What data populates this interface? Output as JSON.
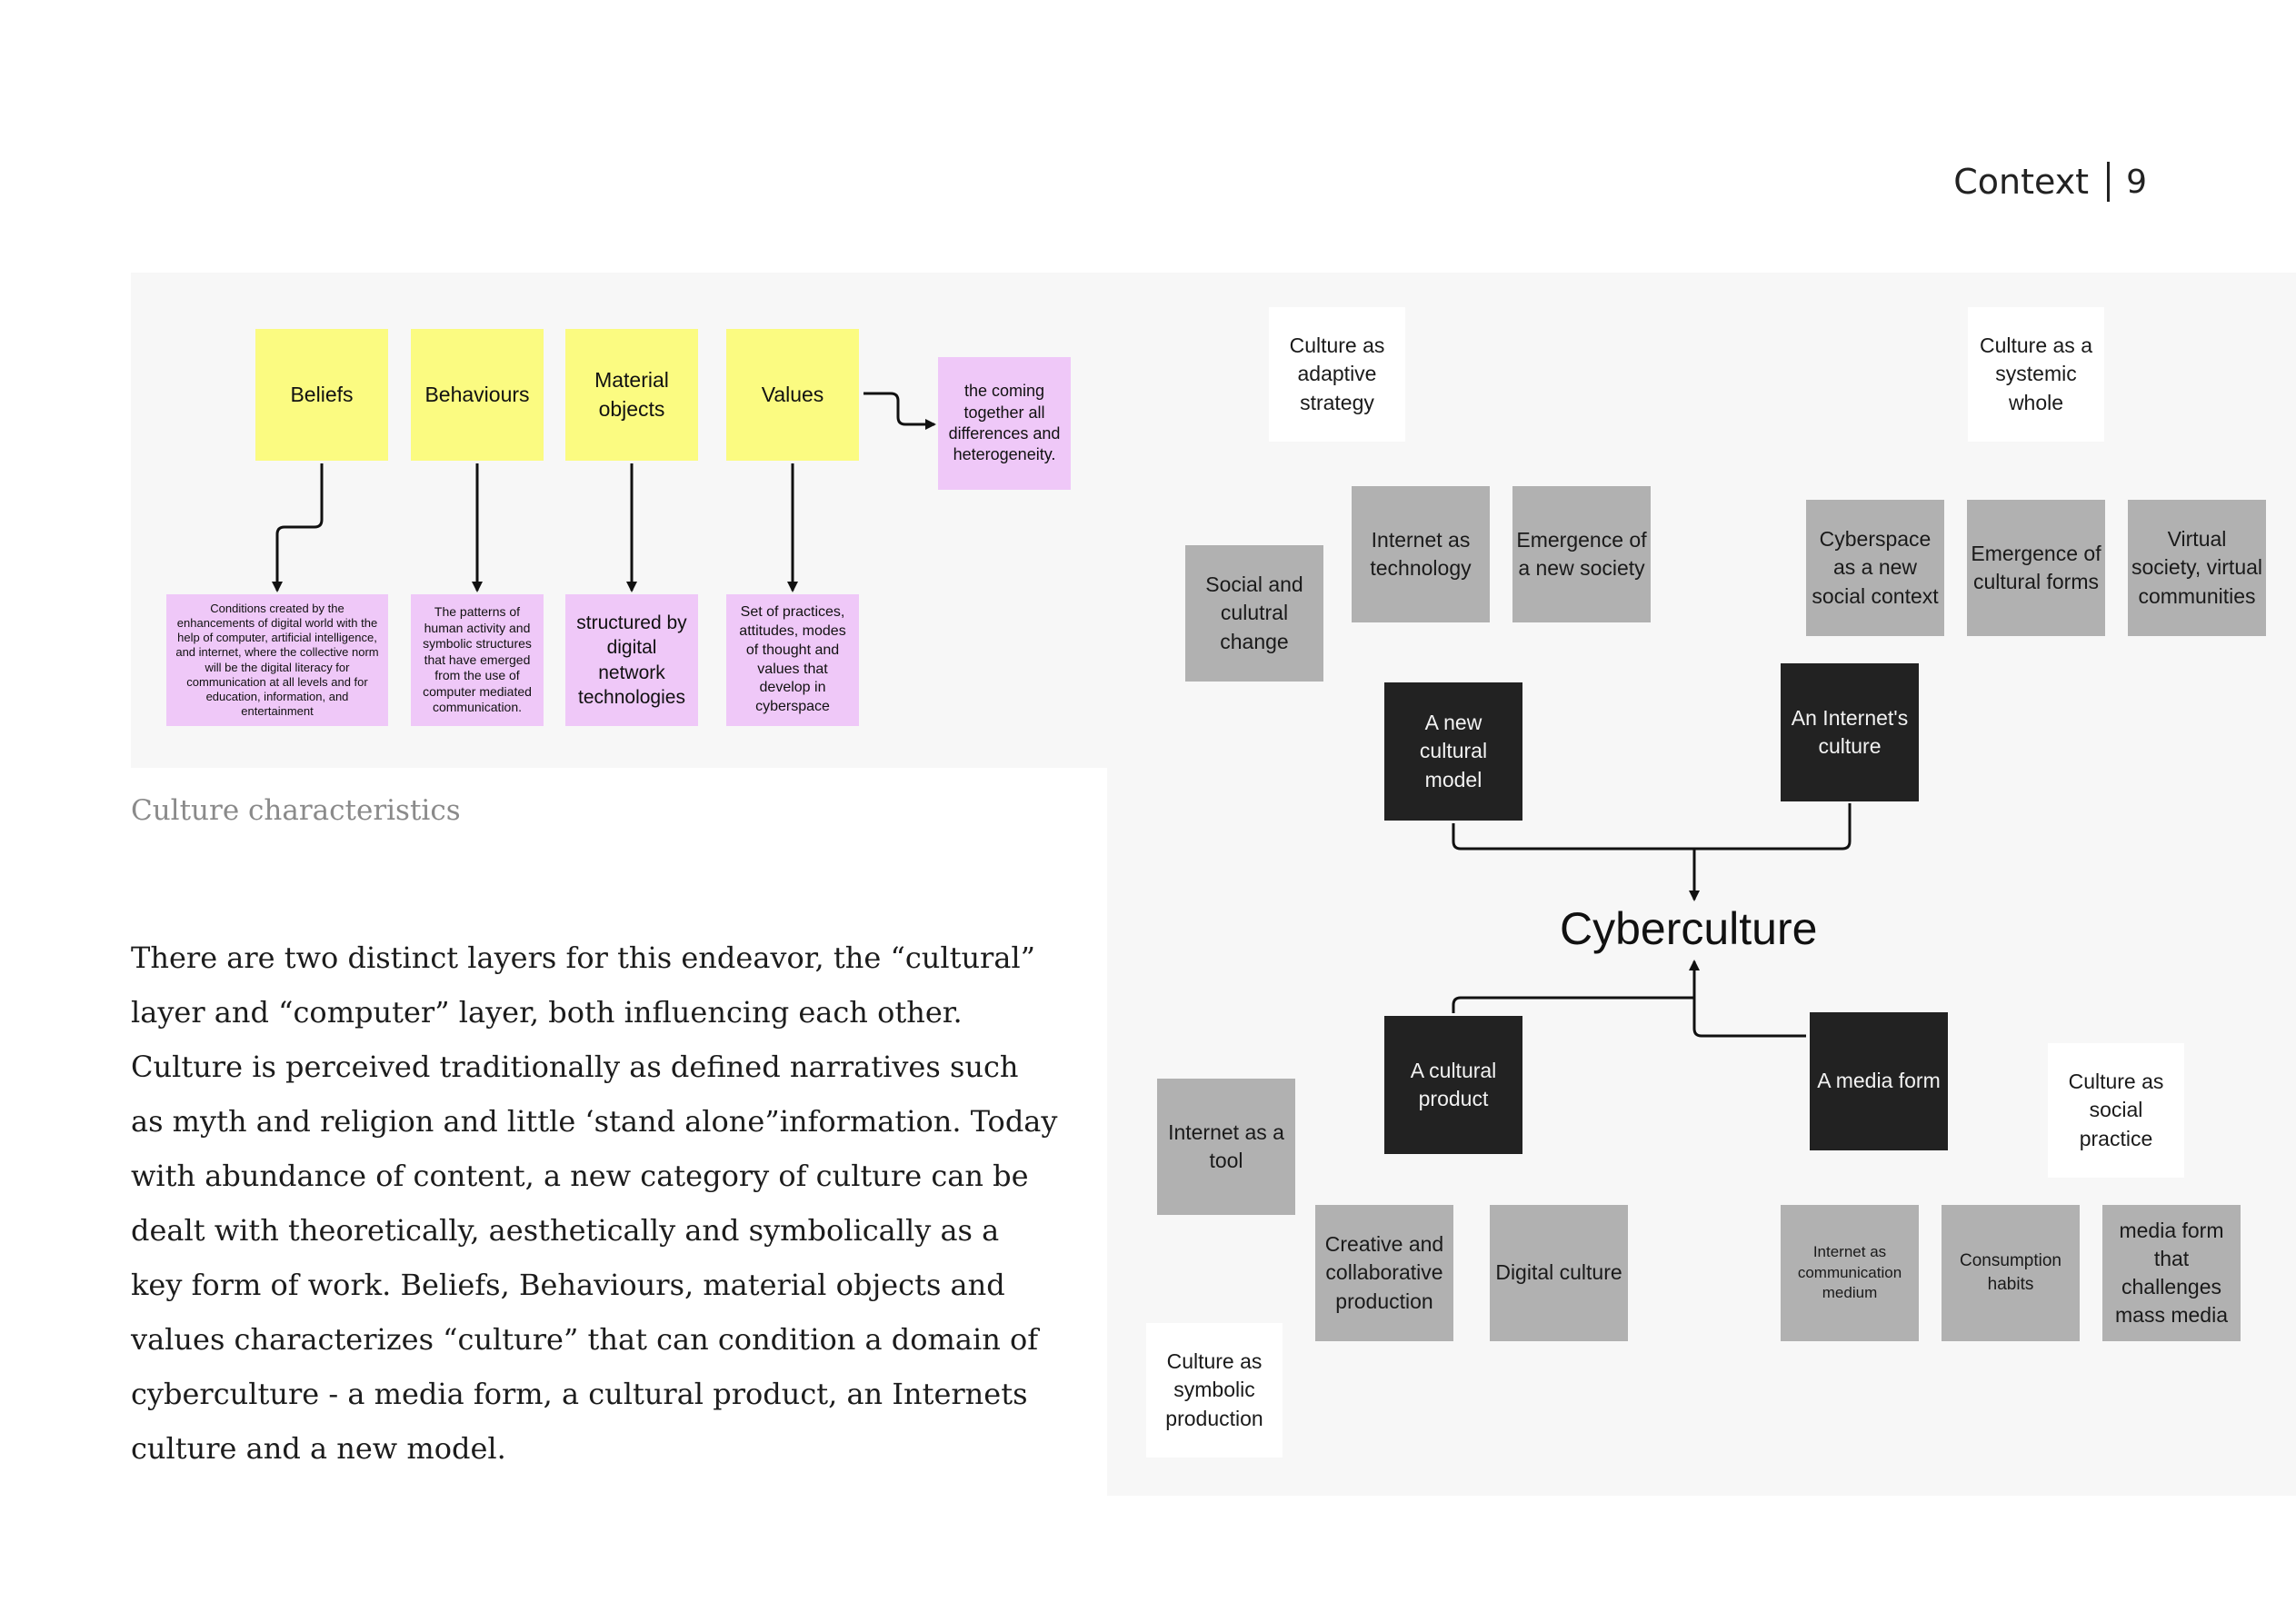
{
  "header": {
    "section": "Context",
    "page_number": "9"
  },
  "left_diagram": {
    "top_notes": [
      "Beliefs",
      "Behaviours",
      "Material objects",
      "Values"
    ],
    "side_note": "the coming together all differences and heterogeneity.",
    "bottom_notes": [
      "Conditions created by the enhancements of digital world with the help of computer, artificial intelligence, and internet, where the collective norm will be the digital literacy for communication at all levels and for education, information, and entertainment",
      "The patterns of human activity and symbolic structures that have emerged from the use of computer mediated communication.",
      "structured by digital network technologies",
      "Set of practices, attitudes, modes of thought and values that develop in cyberspace"
    ]
  },
  "caption": "Culture characteristics",
  "body_text": "There are two distinct layers for this endeavor, the “cultural” layer and “computer” layer, both influencing each other. Culture is perceived traditionally as defined narratives such as myth and religion and little ‘stand alone”information. Today with abundance of content, a new category of culture can be dealt with theoretically, aesthetically and symbolically as a key form of work.  Beliefs, Behaviours, material objects and values characterizes “culture” that can condition a domain of cyberculture - a media form, a cultural product, an Internets culture and a new model.",
  "right_diagram": {
    "center_title": "Cyberculture",
    "white_notes": {
      "adaptive": "Culture as adaptive strategy",
      "systemic": "Culture as a systemic whole",
      "social_practice": "Culture as social practice",
      "symbolic": "Culture as symbolic production"
    },
    "gray_notes": {
      "social_change": "Social and culutral change",
      "internet_tech": "Internet as technology",
      "new_society": "Emergence of a new society",
      "cyberspace": "Cyberspace as a new social context",
      "cultural_forms": "Emergence of cultural forms",
      "virtual": "Virtual society, virtual communities",
      "tool": "Internet as a tool",
      "creative": "Creative and collaborative production",
      "digital": "Digital culture",
      "communication": "Internet as communication medium",
      "consumption": "Consumption habits",
      "challenges": "media form that challenges mass media"
    },
    "dark_notes": {
      "new_model": "A new cultural model",
      "internet_culture": "An Internet's culture",
      "product": "A cultural product",
      "media_form": "A media form"
    }
  }
}
